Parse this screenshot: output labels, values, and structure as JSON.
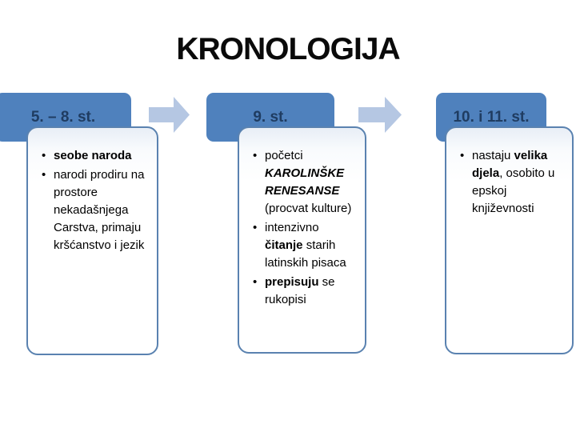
{
  "title": "KRONOLOGIJA",
  "bullet_char": "•",
  "colors": {
    "title_color": "#0a0a0a",
    "header_bg": "#4F81BD",
    "header_text": "#1F3C61",
    "arrow_fill": "#B5C7E3",
    "box_border": "#5A82B0",
    "box_tint": "#E8EEF6"
  },
  "columns": [
    {
      "header": "5. – 8. st.",
      "bullets": [
        {
          "segments": [
            {
              "text": "seobe naroda",
              "bold": true
            }
          ]
        },
        {
          "segments": [
            {
              "text": "narodi prodiru na prostore nekadašnjega Carstva, primaju kršćanstvo i jezik"
            }
          ]
        }
      ]
    },
    {
      "header": "9. st.",
      "bullets": [
        {
          "segments": [
            {
              "text": "početci "
            },
            {
              "text": "KAROLINŠKE RENESANSE",
              "bold": true,
              "italic": true
            },
            {
              "text": " (procvat kulture)"
            }
          ]
        },
        {
          "segments": [
            {
              "text": "intenzivno "
            },
            {
              "text": "čitanje",
              "bold": true
            },
            {
              "text": " starih latinskih pisaca"
            }
          ]
        },
        {
          "segments": [
            {
              "text": "prepisuju",
              "bold": true
            },
            {
              "text": " se rukopisi"
            }
          ]
        }
      ]
    },
    {
      "header": "10. i 11. st.",
      "bullets": [
        {
          "segments": [
            {
              "text": "nastaju "
            },
            {
              "text": "velika djela",
              "bold": true
            },
            {
              "text": ", osobito u epskoj književnosti"
            }
          ]
        }
      ]
    }
  ]
}
